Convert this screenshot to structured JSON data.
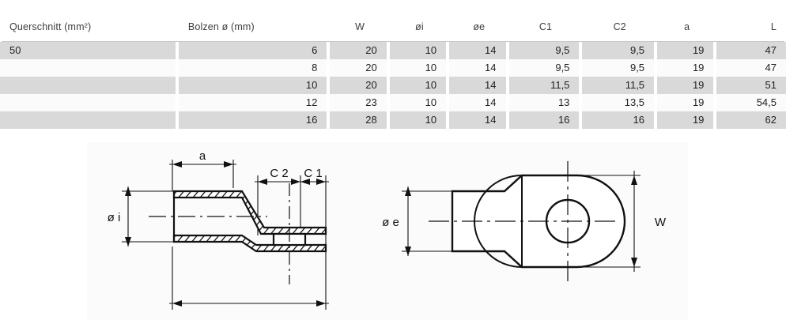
{
  "table": {
    "columns": [
      {
        "key": "querschnitt",
        "label": "Querschnitt (mm²)",
        "header_align": "left",
        "data_align": "left"
      },
      {
        "key": "bolzen",
        "label": "Bolzen ø (mm)",
        "header_align": "left",
        "data_align": "right"
      },
      {
        "key": "w",
        "label": "W",
        "header_align": "ctr",
        "data_align": "right"
      },
      {
        "key": "oi",
        "label": "øi",
        "header_align": "ctr",
        "data_align": "right"
      },
      {
        "key": "oe",
        "label": "øe",
        "header_align": "ctr",
        "data_align": "right"
      },
      {
        "key": "c1",
        "label": "C1",
        "header_align": "ctr",
        "data_align": "right"
      },
      {
        "key": "c2",
        "label": "C2",
        "header_align": "ctr",
        "data_align": "right"
      },
      {
        "key": "a",
        "label": "a",
        "header_align": "ctr",
        "data_align": "right"
      },
      {
        "key": "l",
        "label": "L",
        "header_align": "ctr",
        "data_align": "right"
      }
    ],
    "rows": [
      {
        "shaded": true,
        "cells": [
          "50",
          "6",
          "20",
          "10",
          "14",
          "9,5",
          "9,5",
          "19",
          "47"
        ]
      },
      {
        "shaded": false,
        "cells": [
          "",
          "8",
          "20",
          "10",
          "14",
          "9,5",
          "9,5",
          "19",
          "47"
        ]
      },
      {
        "shaded": true,
        "cells": [
          "",
          "10",
          "20",
          "10",
          "14",
          "11,5",
          "11,5",
          "19",
          "51"
        ]
      },
      {
        "shaded": false,
        "cells": [
          "",
          "12",
          "23",
          "10",
          "14",
          "13",
          "13,5",
          "19",
          "54,5"
        ]
      },
      {
        "shaded": true,
        "cells": [
          "",
          "16",
          "28",
          "10",
          "14",
          "16",
          "16",
          "19",
          "62"
        ]
      }
    ]
  },
  "drawings": {
    "section_view": {
      "name": "cable-lug-section-view",
      "labels": {
        "a": "a",
        "c2": "C 2",
        "c1": "C 1",
        "oi": "ø i"
      }
    },
    "top_view": {
      "name": "cable-lug-top-view",
      "labels": {
        "oe": "ø e",
        "w": "W"
      }
    }
  },
  "colors": {
    "row_shaded": "#d9d9d9",
    "row_plain": "#fbfbfb",
    "panel_bg": "#fbfbfb",
    "header_text": "#3d3d3d",
    "body_text": "#231f20",
    "rule": "#c9c9c9",
    "line": "#111111"
  }
}
